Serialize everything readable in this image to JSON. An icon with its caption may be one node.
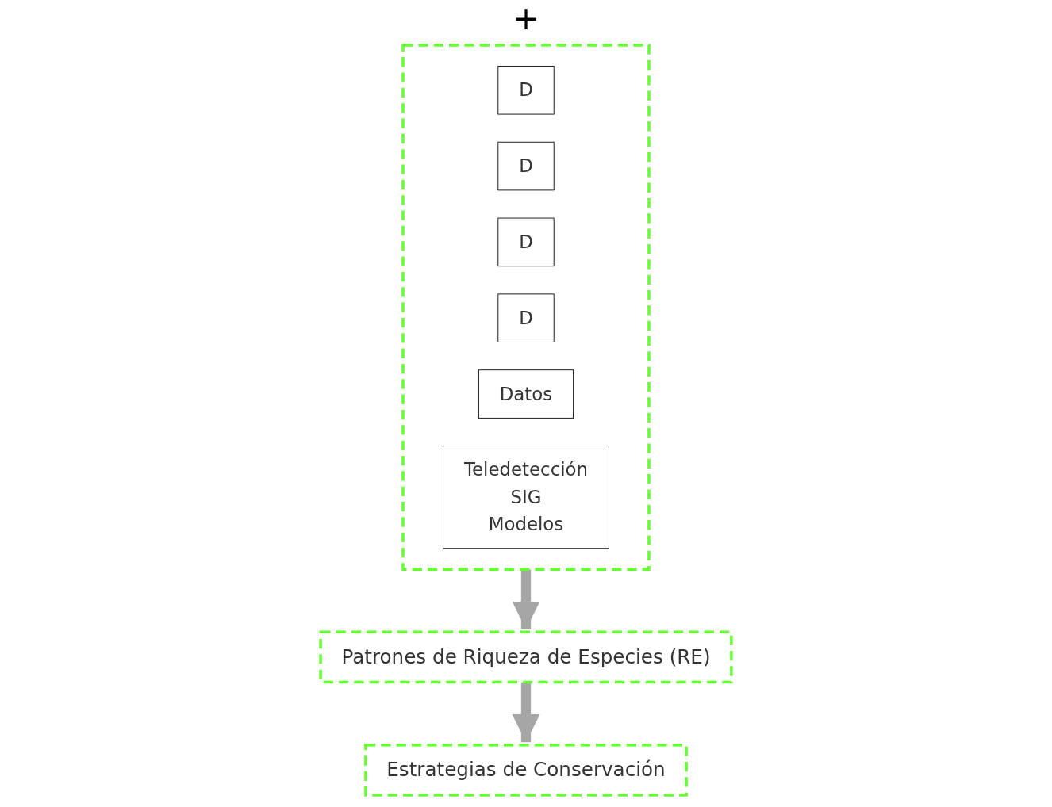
{
  "diagram": {
    "nodes": [
      {
        "text": [],
        "shape": "box"
      },
      {
        "text": [
          "D"
        ],
        "in": 0
      },
      {
        "text": [
          "D"
        ],
        "in": 0
      },
      {
        "text": [
          "D"
        ],
        "in": 0
      },
      {
        "text": [
          "D"
        ],
        "in": 0
      },
      {
        "text": [
          "Datos"
        ],
        "in": 0
      },
      {
        "text": [
          "Teledetección",
          "SIG",
          "Modelos"
        ],
        "in": 0
      },
      {
        "text": [
          "Patrones de Riqueza de Especies (RE)"
        ]
      },
      {
        "text": [
          "Estrategias de Conservación"
        ]
      }
    ],
    "edges": [
      {
        "from": 0,
        "to": 7,
        "arrow": "to"
      },
      {
        "from": 7,
        "to": 8,
        "arrow": "to"
      }
    ],
    "labels": [
      "+"
    ]
  }
}
